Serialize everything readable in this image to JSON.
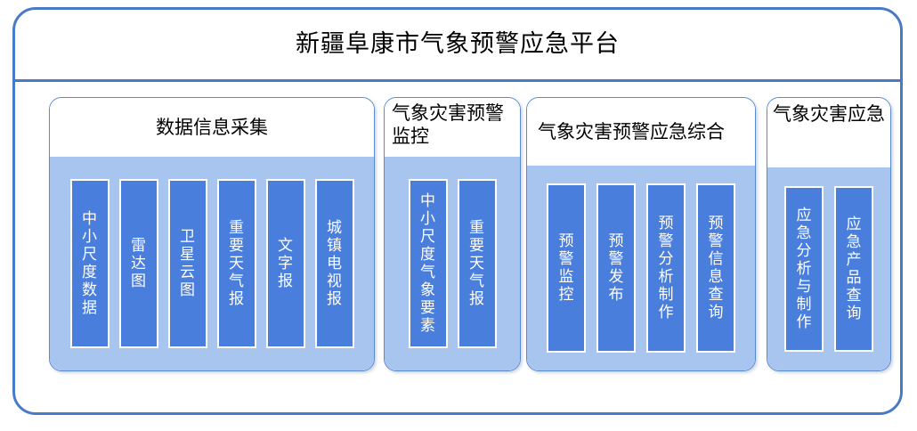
{
  "platform": {
    "title": "新疆阜康市气象预警应急平台",
    "accent_color": "#4a7ac7",
    "panel_fill_color": "#a8c5ef",
    "bar_fill_color": "#4a7edc",
    "bar_text_color": "#ffffff"
  },
  "sections": [
    {
      "title": "数据信息采集",
      "items": [
        {
          "label": "中小尺度数据"
        },
        {
          "label": "雷达图"
        },
        {
          "label": "卫星云图"
        },
        {
          "label": "重要天气报"
        },
        {
          "label": "文字报"
        },
        {
          "label": "城镇电视报"
        }
      ]
    },
    {
      "title": "气象灾害预警监控",
      "items": [
        {
          "label": "中小尺度气象要素"
        },
        {
          "label": "重要天气报"
        }
      ]
    },
    {
      "title": "气象灾害预警应急综合",
      "items": [
        {
          "label": "预警监控"
        },
        {
          "label": "预警发布"
        },
        {
          "label": "预警分析制作"
        },
        {
          "label": "预警信息查询"
        }
      ]
    },
    {
      "title": "气象灾害应急",
      "items": [
        {
          "label": "应急分析与制作"
        },
        {
          "label": "应急产品查询"
        }
      ]
    }
  ]
}
